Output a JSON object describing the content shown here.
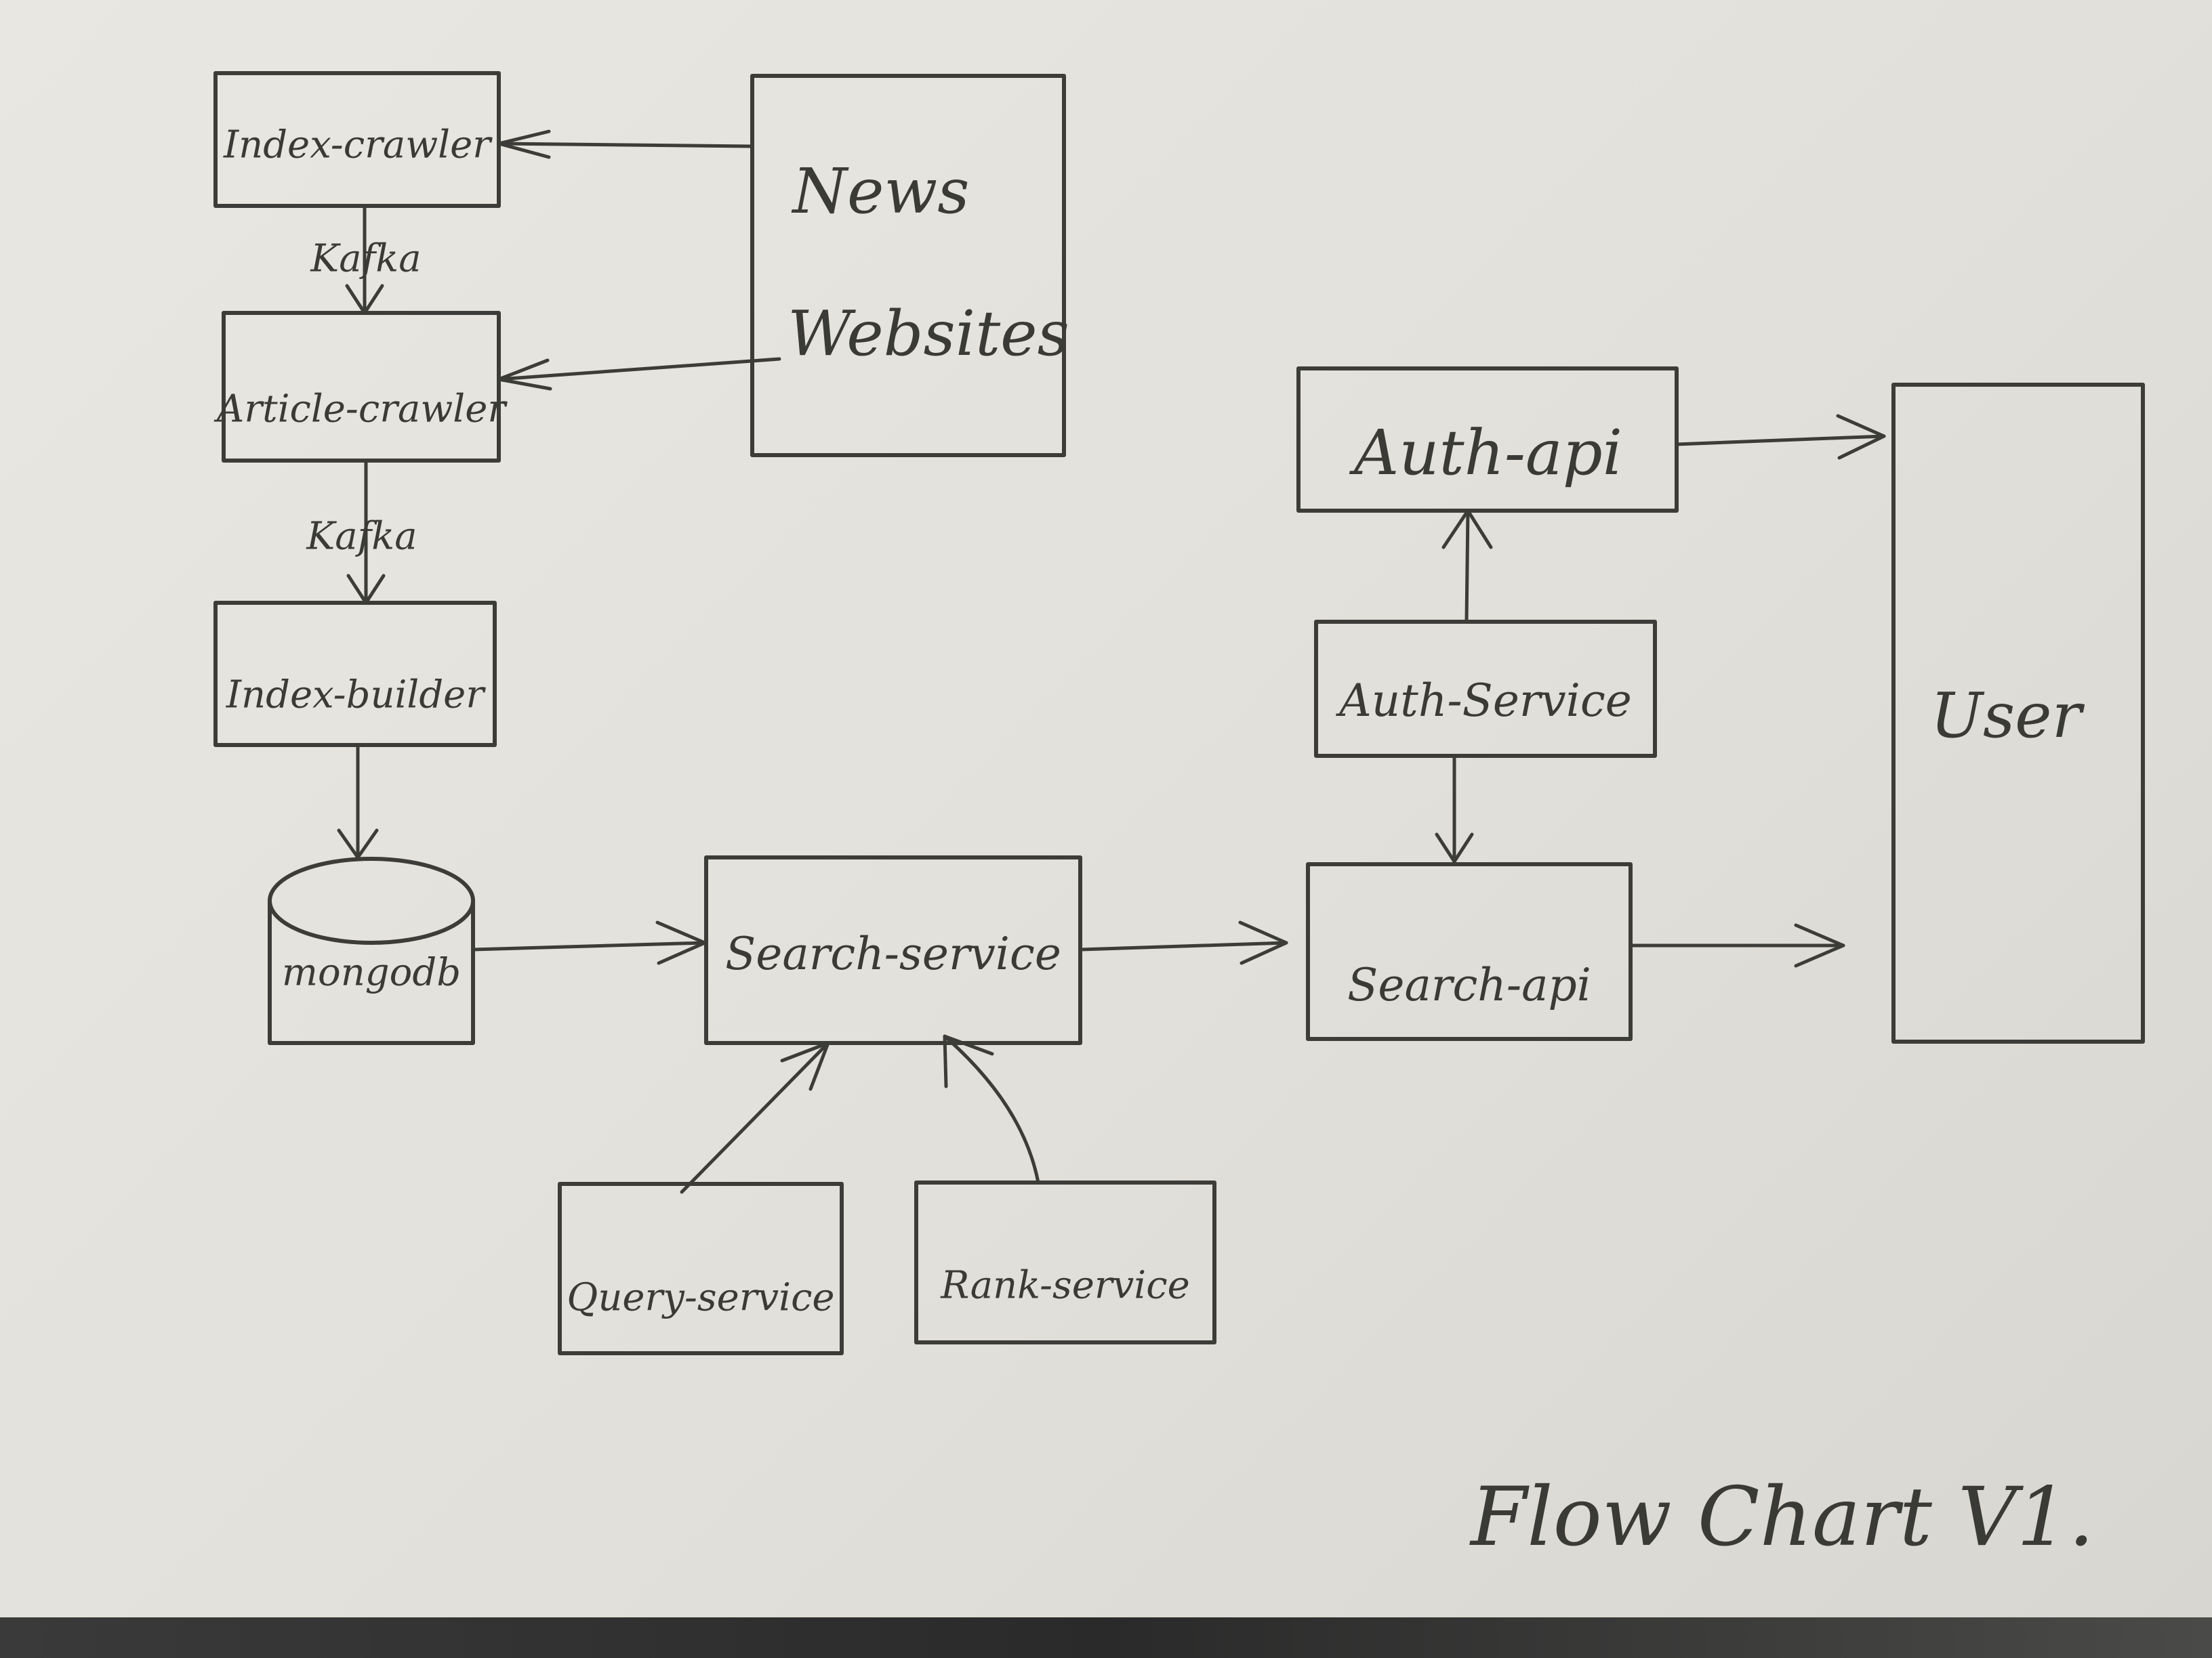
{
  "nodes": {
    "index_crawler": "Index-crawler",
    "news_websites": [
      "News",
      "Websites"
    ],
    "article_crawler": "Article-crawler",
    "index_builder": "Index-builder",
    "mongodb": "mongodb",
    "search_service": "Search-service",
    "search_api": "Search-api",
    "auth_api": "Auth-api",
    "auth_service": "Auth-Service",
    "user": "User",
    "query_service": "Query-service",
    "rank_service": "Rank-service"
  },
  "edges": {
    "kafka_1": "Kafka",
    "kafka_2": "Kafka"
  },
  "title": "Flow Chart V1."
}
